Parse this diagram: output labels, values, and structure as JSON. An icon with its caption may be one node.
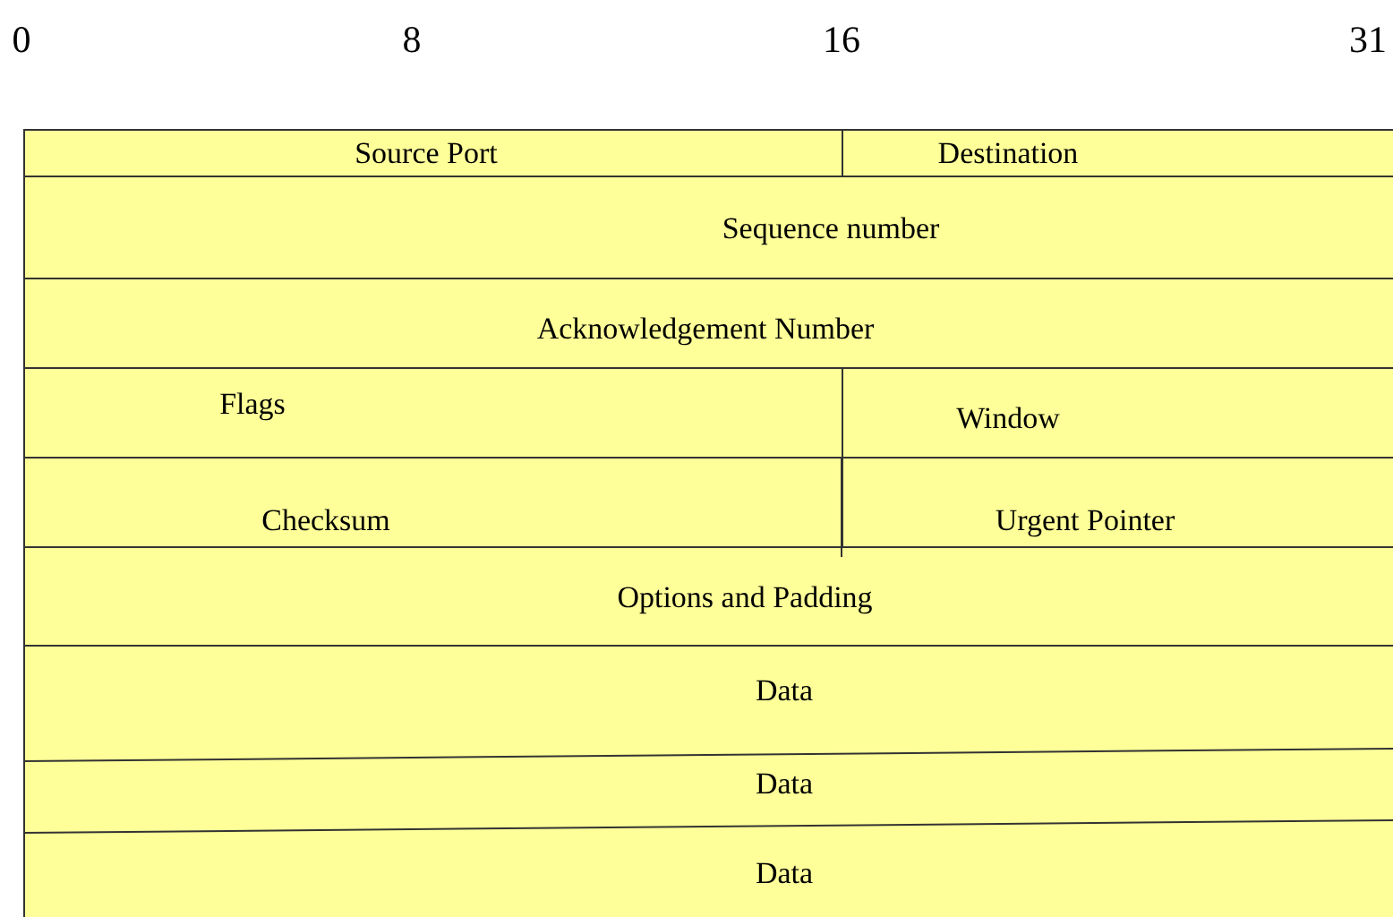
{
  "diagram": {
    "nodes": [
      {
        "text": [
          "Source Port"
        ]
      },
      {
        "text": [
          "Destination"
        ]
      },
      {
        "text": [
          "Sequence number"
        ]
      },
      {
        "text": [
          "Acknowledgement Number"
        ]
      },
      {
        "text": [
          "Flags"
        ]
      },
      {
        "text": [
          "Window"
        ]
      },
      {
        "text": [
          "Checksum"
        ]
      },
      {
        "text": [
          "Urgent Pointer"
        ]
      },
      {
        "text": [
          "Options and Padding"
        ]
      },
      {
        "text": [
          "Data"
        ]
      },
      {
        "text": [
          "Data"
        ]
      },
      {
        "text": [
          "Data"
        ]
      }
    ],
    "labels": [
      "0",
      "8",
      "16",
      "31"
    ]
  }
}
